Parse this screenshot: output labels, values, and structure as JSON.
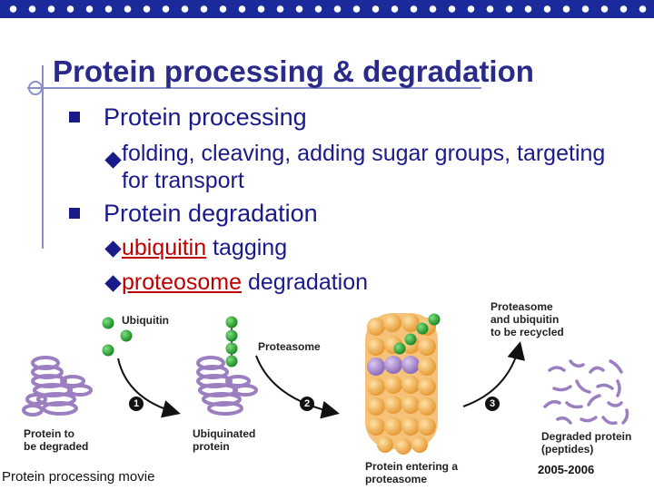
{
  "title": "Protein processing & degradation",
  "bullets": [
    {
      "text": "Protein processing",
      "sub": [
        {
          "text": "folding, cleaving, adding sugar groups, targeting for transport"
        }
      ]
    },
    {
      "text": "Protein degradation",
      "sub": [
        {
          "red": "ubiquitin",
          "rest": " tagging"
        },
        {
          "red": "proteosome",
          "rest": " degradation"
        }
      ]
    }
  ],
  "diagram": {
    "labels": {
      "ubiquitin": "Ubiquitin",
      "proteasome": "Proteasome",
      "recycled": "Proteasome\nand ubiquitin\nto be recycled",
      "protein_to_degrade": "Protein to\nbe degraded",
      "ubiquinated": "Ubiquinated\nprotein",
      "entering": "Protein entering a\nproteasome",
      "degraded": "Degraded protein\n(peptides)"
    },
    "steps": [
      "1",
      "2",
      "3"
    ],
    "colors": {
      "ubiquitin": "#2aa832",
      "protein": "#9c7fc0",
      "proteasome": "#f3b054"
    }
  },
  "footer": {
    "movie_link": "Protein processing movie",
    "year": "2005-2006"
  },
  "colors": {
    "accent": "#1b2a9a",
    "text": "#1a1a8a",
    "highlight": "#c00000"
  }
}
